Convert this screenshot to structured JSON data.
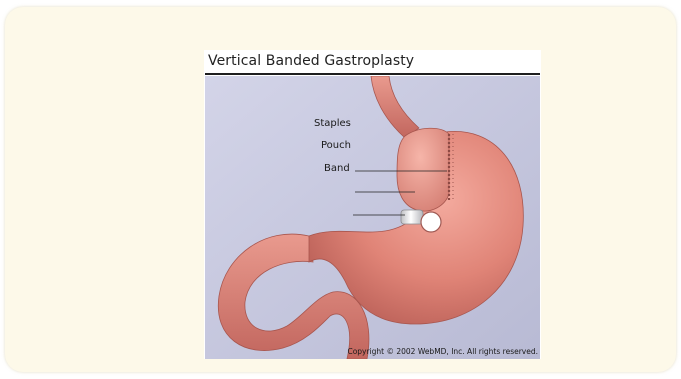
{
  "figure": {
    "title": "Vertical Banded Gastroplasty",
    "labels": {
      "staples": "Staples",
      "pouch": "Pouch",
      "band": "Band"
    },
    "copyright": "Copyright © 2002 WebMD, Inc. All rights reserved."
  },
  "colors": {
    "card_background": "#fdf9e9",
    "diagram_background": "#c3c6dd",
    "stomach": "#e0847a",
    "band": "#e8e8e8"
  }
}
